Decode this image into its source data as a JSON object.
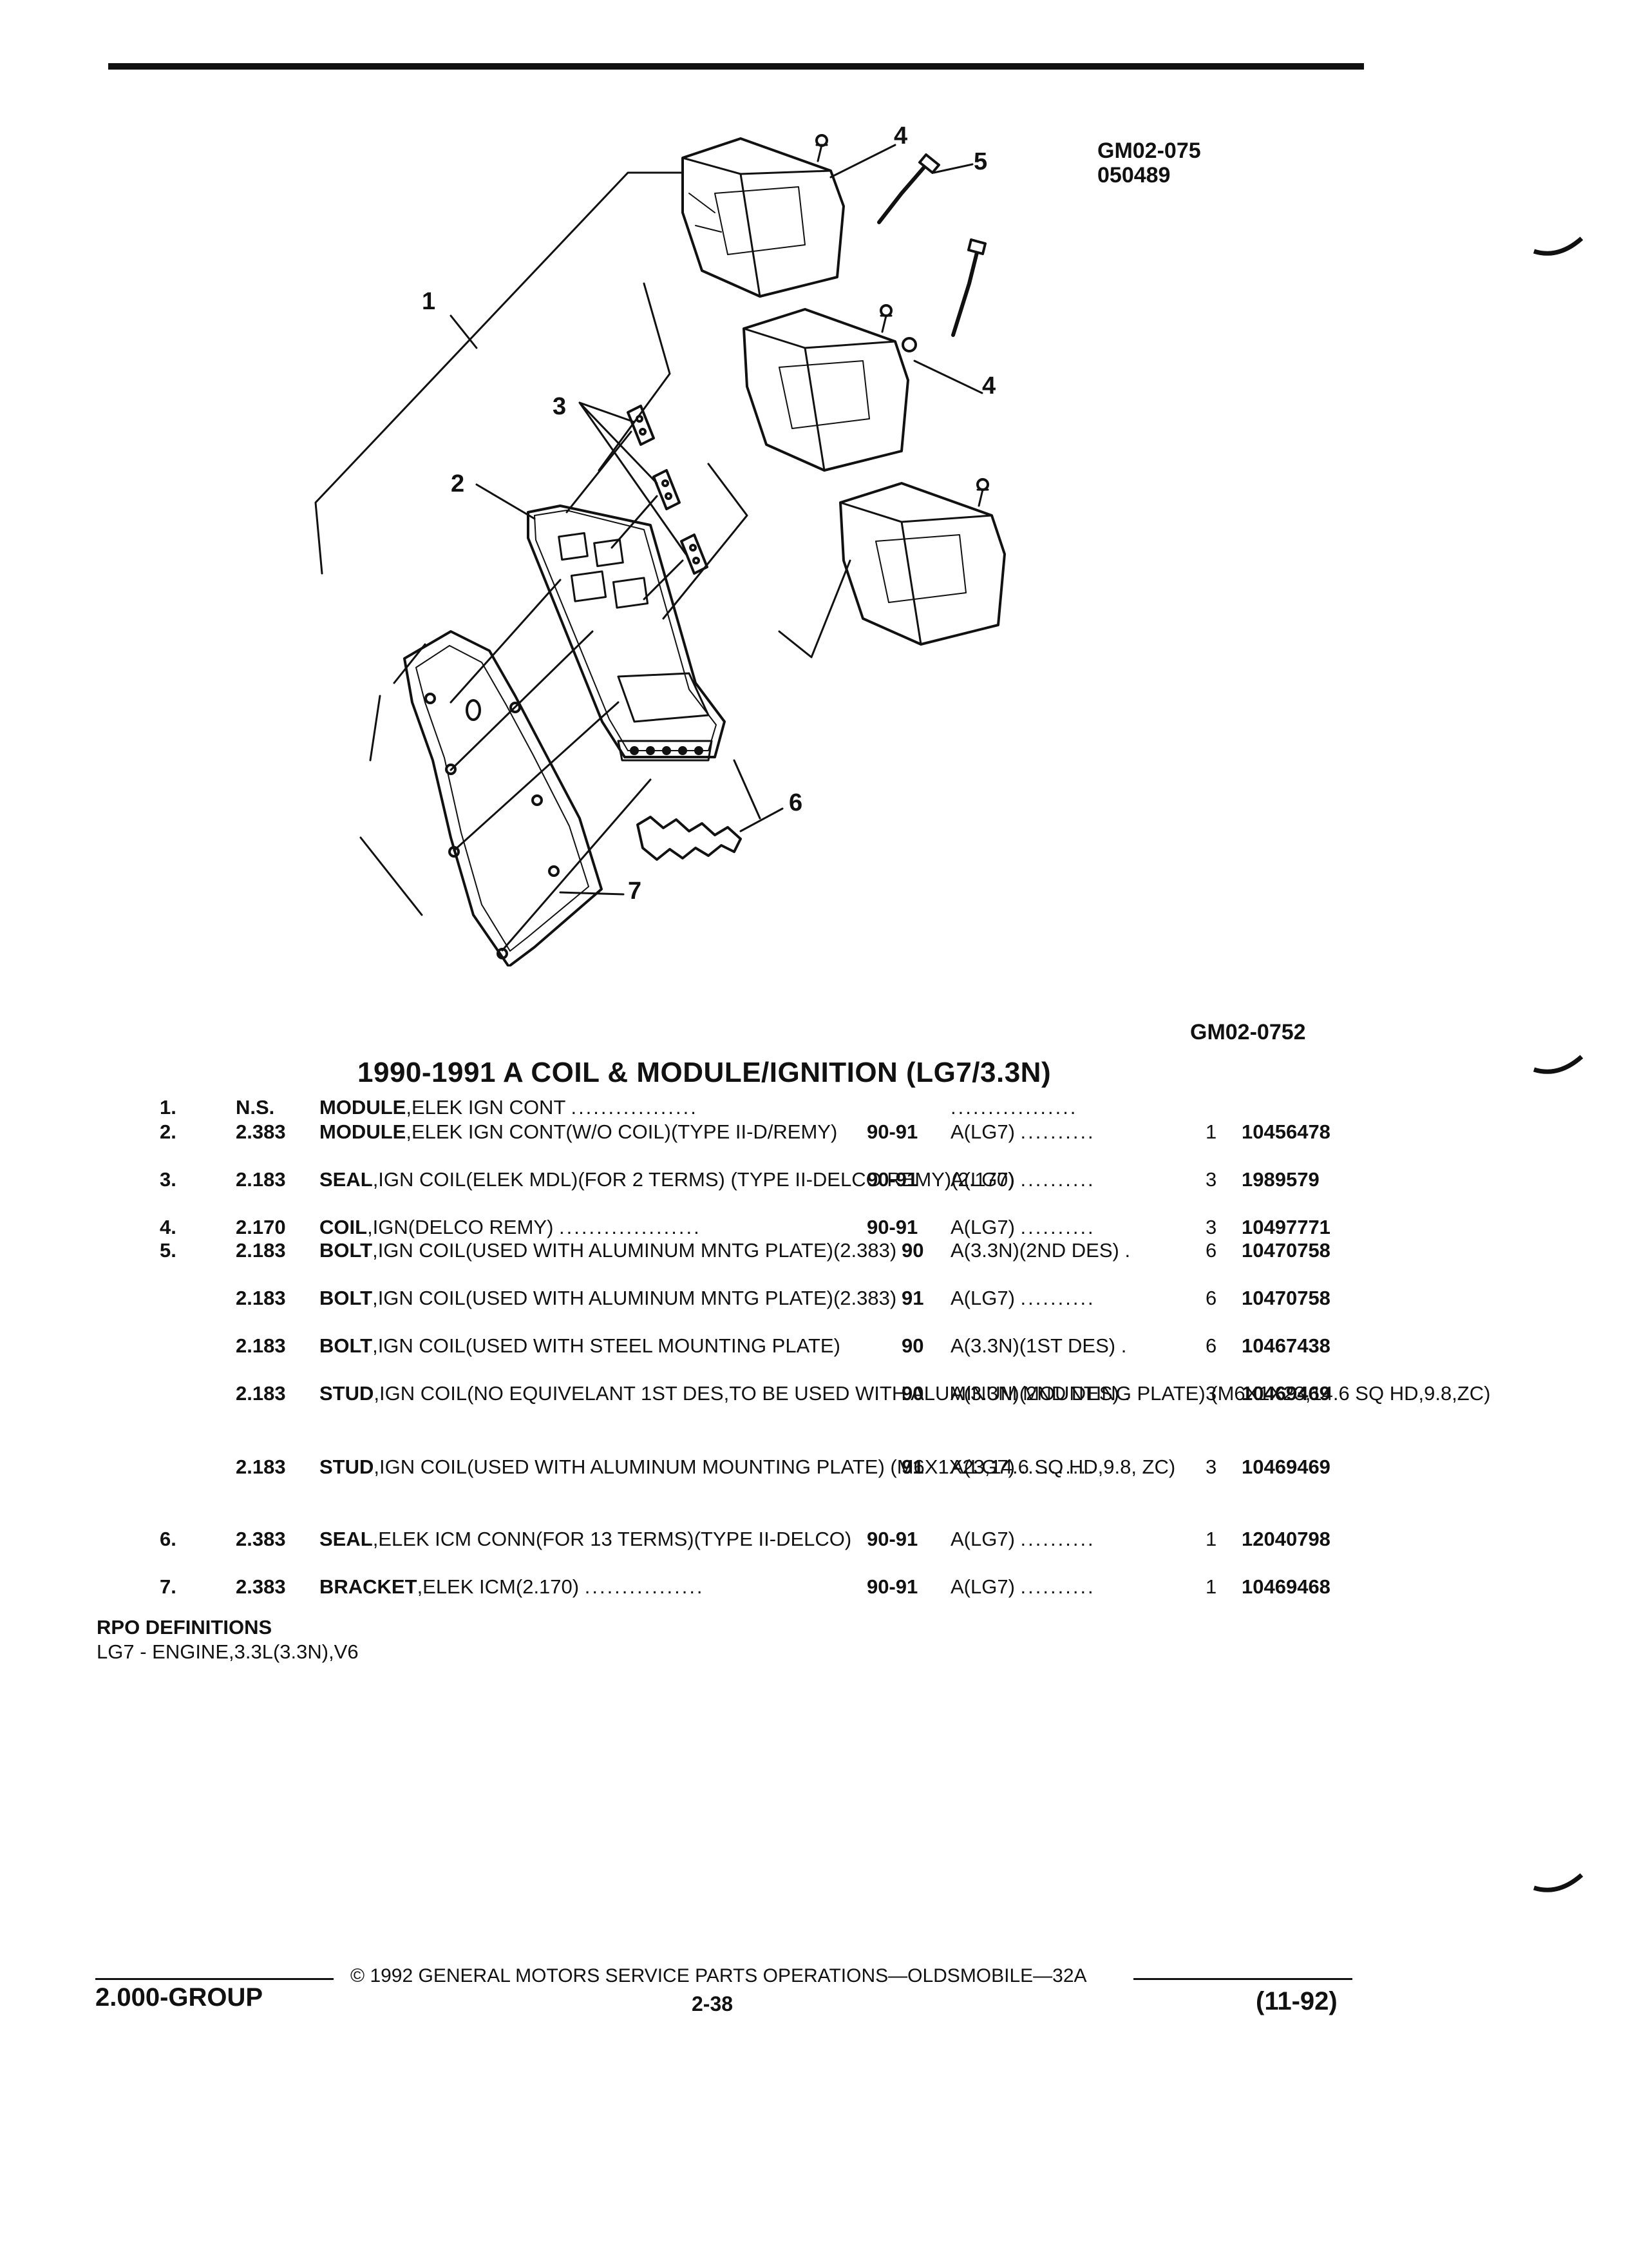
{
  "header": {
    "code_top": "GM02-075",
    "code_sub": "050489",
    "figure_code": "GM02-0752"
  },
  "diagram": {
    "callouts": [
      "1",
      "2",
      "3",
      "4",
      "4",
      "5",
      "6",
      "7"
    ]
  },
  "section_title": "1990-1991 A COIL & MODULE/IGNITION (LG7/3.3N)",
  "parts": [
    {
      "idx": "1.",
      "sec": "N.S.",
      "name": "MODULE",
      "desc": ",ELEK IGN CONT",
      "yr": "",
      "app": "",
      "qty": "",
      "part": ""
    },
    {
      "idx": "2.",
      "sec": "2.383",
      "name": "MODULE",
      "desc": ",ELEK IGN CONT(W/O COIL)(TYPE II-D/REMY)",
      "yr": "90-91",
      "app": "A(LG7)",
      "qty": "1",
      "part": "10456478"
    },
    {
      "idx": "3.",
      "sec": "2.183",
      "name": "SEAL",
      "desc": ",IGN COIL(ELEK MDL)(FOR 2 TERMS) (TYPE II-DELCO REMY)(2.170)",
      "yr": "90-91",
      "app": "A(LG7)",
      "qty": "3",
      "part": "1989579"
    },
    {
      "idx": "4.",
      "sec": "2.170",
      "name": "COIL",
      "desc": ",IGN(DELCO REMY)",
      "yr": "90-91",
      "app": "A(LG7)",
      "qty": "3",
      "part": "10497771"
    },
    {
      "idx": "5.",
      "sec": "2.183",
      "name": "BOLT",
      "desc": ",IGN COIL(USED WITH ALUMINUM MNTG PLATE)(2.383)",
      "yr": "90",
      "app": "A(3.3N)(2ND DES)",
      "qty": "6",
      "part": "10470758"
    },
    {
      "idx": "",
      "sec": "2.183",
      "name": "BOLT",
      "desc": ",IGN COIL(USED WITH ALUMINUM MNTG PLATE)(2.383)",
      "yr": "91",
      "app": "A(LG7)",
      "qty": "6",
      "part": "10470758"
    },
    {
      "idx": "",
      "sec": "2.183",
      "name": "BOLT",
      "desc": ",IGN COIL(USED WITH STEEL MOUNTING PLATE)",
      "yr": "90",
      "app": "A(3.3N)(1ST DES)",
      "qty": "6",
      "part": "10467438"
    },
    {
      "idx": "",
      "sec": "2.183",
      "name": "STUD",
      "desc": ",IGN COIL(NO EQUIVELANT 1ST DES,TO BE USED WITH ALUMINUM MOUNTING PLATE) (M6X1X23,14.6 SQ HD,9.8,ZC)",
      "yr": "90",
      "app": "A(3.3N)(2ND DES)",
      "qty": "3",
      "part": "10469469"
    },
    {
      "idx": "",
      "sec": "2.183",
      "name": "STUD",
      "desc": ",IGN COIL(USED WITH ALUMINUM MOUNTING PLATE) (M6X1X23,14.6 SQ HD,9.8, ZC)",
      "yr": "91",
      "app": "A(LG7)",
      "qty": "3",
      "part": "10469469"
    },
    {
      "idx": "6.",
      "sec": "2.383",
      "name": "SEAL",
      "desc": ",ELEK ICM CONN(FOR 13 TERMS)(TYPE II-DELCO)",
      "yr": "90-91",
      "app": "A(LG7)",
      "qty": "1",
      "part": "12040798"
    },
    {
      "idx": "7.",
      "sec": "2.383",
      "name": "BRACKET",
      "desc": ",ELEK ICM(2.170)",
      "yr": "90-91",
      "app": "A(LG7)",
      "qty": "1",
      "part": "10469468"
    }
  ],
  "rpo": {
    "title": "RPO DEFINITIONS",
    "line": "LG7 - ENGINE,3.3L(3.3N),V6"
  },
  "footer": {
    "copyright": "© 1992 GENERAL MOTORS SERVICE PARTS OPERATIONS—OLDSMOBILE—32A",
    "group": "2.000-GROUP",
    "page": "2-38",
    "date": "(11-92)"
  }
}
